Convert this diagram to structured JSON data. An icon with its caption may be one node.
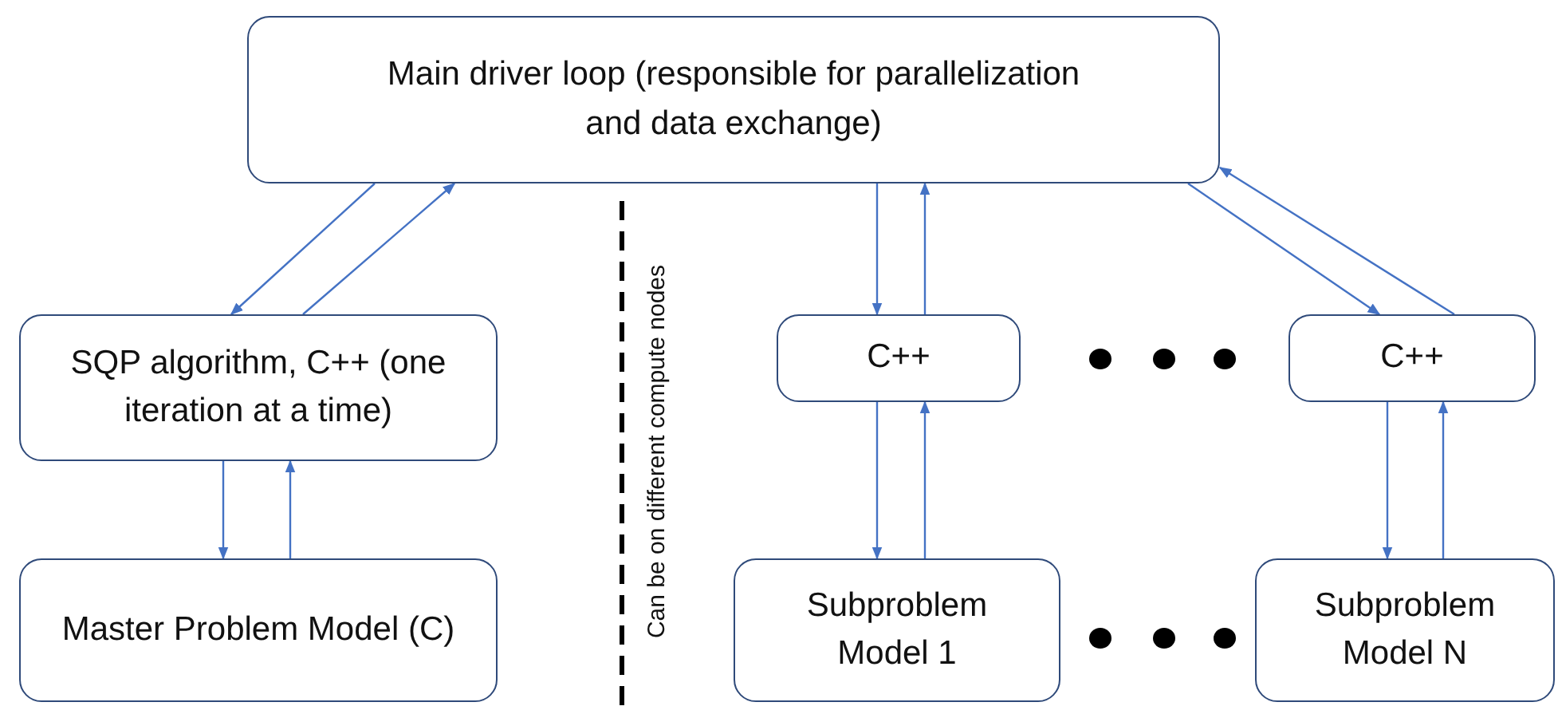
{
  "diagram": {
    "nodes": [
      {
        "text": [
          "Main driver loop (responsible for parallelization and data exchange)"
        ]
      },
      {
        "text": [
          "SQP algorithm, C++ (one iteration at a time)"
        ]
      },
      {
        "text": [
          "Master Problem Model (C)"
        ]
      },
      {
        "text": [
          "C++"
        ]
      },
      {
        "text": [
          "C++"
        ]
      },
      {
        "text": [
          "Subproblem Model 1"
        ]
      },
      {
        "text": [
          "Subproblem Model N"
        ]
      }
    ],
    "edges": [
      {
        "from": 0,
        "to": 1,
        "arrow": "to"
      },
      {
        "from": 1,
        "to": 0,
        "arrow": "to"
      },
      {
        "from": 1,
        "to": 2,
        "arrow": "to"
      },
      {
        "from": 2,
        "to": 1,
        "arrow": "to"
      },
      {
        "from": 0,
        "to": 3,
        "arrow": "to"
      },
      {
        "from": 3,
        "to": 0,
        "arrow": "to"
      },
      {
        "from": 3,
        "to": 5,
        "arrow": "to"
      },
      {
        "from": 5,
        "to": 3,
        "arrow": "to"
      },
      {
        "from": 0,
        "to": 4,
        "arrow": "to"
      },
      {
        "from": 4,
        "to": 0,
        "arrow": "to"
      },
      {
        "from": 4,
        "to": 6,
        "arrow": "to"
      },
      {
        "from": 6,
        "to": 4,
        "arrow": "to"
      }
    ],
    "labels": [
      "Can be on different compute nodes"
    ]
  }
}
